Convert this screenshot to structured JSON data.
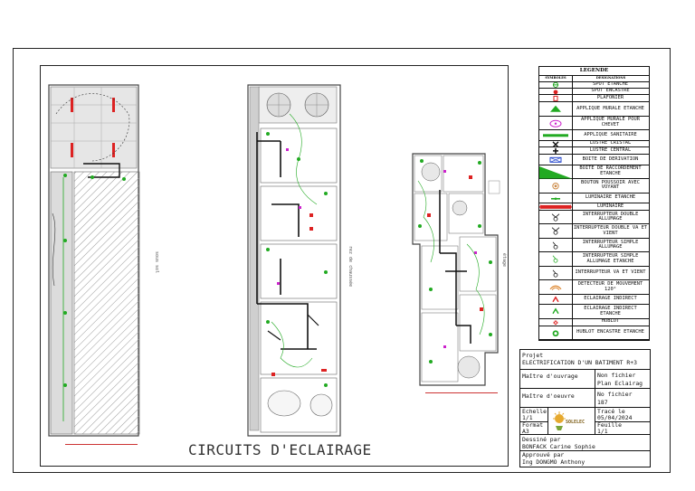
{
  "drawing": {
    "title": "CIRCUITS D'ECLAIRAGE",
    "plan_labels": {
      "sous_sol": "sous sol",
      "rez_de_chaussee": "rez de chaussée",
      "etage": "étage"
    }
  },
  "legend": {
    "title": "LEGENDE",
    "col_symbols": "SYMBOLES",
    "col_designations": "DESIGNATIONS",
    "items": [
      {
        "icon": "spot-etanche-icon",
        "color": "#22aa22",
        "label": "SPOT ETANCHE"
      },
      {
        "icon": "spot-encastre-icon",
        "color": "#dd2222",
        "label": "SPOT ENCASTRE"
      },
      {
        "icon": "plafonier-icon",
        "color": "#dd2222",
        "label": "PLAFONIER"
      },
      {
        "icon": "applique-murale-etanche-icon",
        "color": "#22aa22",
        "label": "APPLIQUE MURALE ETANCHE"
      },
      {
        "icon": "applique-murale-chevet-icon",
        "color": "#cc22cc",
        "label": "APPLIQUE MURALE POUR CHEVET"
      },
      {
        "icon": "applique-sanitaire-icon",
        "color": "#22aa22",
        "label": "APPLIQUE SANITAIRE"
      },
      {
        "icon": "lustre-cristal-icon",
        "color": "#111111",
        "label": "LUSTRE CRISTAL"
      },
      {
        "icon": "lustre-central-icon",
        "color": "#111111",
        "label": "LUSTRE CENTRAL"
      },
      {
        "icon": "boite-derivation-icon",
        "color": "#2244cc",
        "label": "BOITE DE DERIVATION"
      },
      {
        "icon": "boite-raccordement-icon",
        "color": "#22aa22",
        "label": "BOITE DE RACCORDEMENT ETANCHE"
      },
      {
        "icon": "bouton-poussoir-icon",
        "color": "#cc8844",
        "label": "BOUTON POUSSOIR AVEC VOYANT"
      },
      {
        "icon": "luminaire-etanche-icon",
        "color": "#22aa22",
        "label": "LUMINAIRE ETANCHE"
      },
      {
        "icon": "luminaire-icon",
        "color": "#dd2222",
        "label": "LUMINAIRE"
      },
      {
        "icon": "interrupteur-double-allumage-icon",
        "color": "#111111",
        "label": "INTERRUPTEUR DOUBLE ALLUMAGE"
      },
      {
        "icon": "interrupteur-double-va-et-vient-icon",
        "color": "#111111",
        "label": "INTERRUPTEUR DOUBLE VA ET VIENT"
      },
      {
        "icon": "interrupteur-simple-allumage-icon",
        "color": "#111111",
        "label": "INTERRUPTEUR SIMPLE ALLUMAGE"
      },
      {
        "icon": "interrupteur-simple-allumage-etanche-icon",
        "color": "#22aa22",
        "label": "INTERRUPTEUR SIMPLE ALLUMAGE ETANCHE"
      },
      {
        "icon": "interrupteur-va-et-vient-icon",
        "color": "#111111",
        "label": "INTERRUPTEUR VA ET VIENT"
      },
      {
        "icon": "detecteur-mouvement-icon",
        "color": "#dd8833",
        "label": "DETECTEUR DE MOUVEMENT 120°"
      },
      {
        "icon": "eclairage-indirect-icon",
        "color": "#dd2222",
        "label": "ECLAIRAGE INDIRECT"
      },
      {
        "icon": "eclairage-indirect-etanche-icon",
        "color": "#22aa22",
        "label": "ECLAIRAGE INDIRECT ETANCHE"
      },
      {
        "icon": "hublot-icon",
        "color": "#dd2222",
        "label": "HUBLOT"
      },
      {
        "icon": "hublot-encastre-icon",
        "color": "#22aa22",
        "label": "HUBLOT ENCASTRE ETANCHE"
      }
    ]
  },
  "cartouche": {
    "projet_label": "Projet",
    "projet_value": "ELECTRIFICATION D'UN BATIMENT R+3",
    "maitre_ouvrage_label": "Maître d'ouvrage",
    "nom_fichier_label": "Non fichier",
    "nom_fichier_value": "Plan Eclairag",
    "maitre_oeuvre_label": "Maître d'oeuvre",
    "no_fichier_label": "No fichier",
    "no_fichier_value": "187",
    "echelle_label": "Echelle",
    "echelle_value": "1/1",
    "format_label": "Format",
    "format_value": "A3",
    "logo_text": "SOLELEC",
    "trace_le_label": "Tracé le",
    "trace_le_value": "05/04/2024",
    "feuille_label": "Feuille",
    "feuille_value": "1/1",
    "dessine_par_label": "Dessiné par",
    "dessine_par_value": "BONFACK Carine Sophie",
    "approuve_par_label": "Approuvé par",
    "approuve_par_value": "Ing DONGMO Anthony"
  }
}
